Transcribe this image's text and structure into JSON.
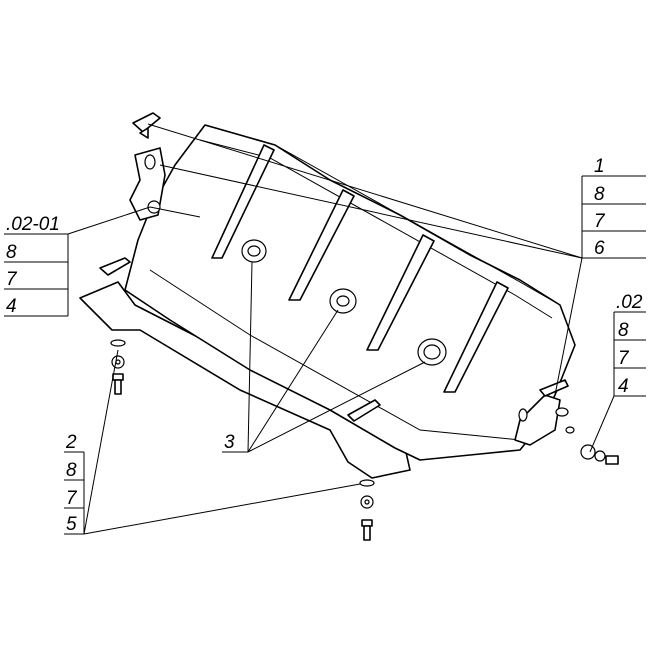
{
  "callouts": {
    "left_group": {
      "title": ".02-01",
      "items": [
        "8",
        "7",
        "4"
      ]
    },
    "right_top_group": {
      "title": "1",
      "items": [
        "8",
        "7",
        "6"
      ]
    },
    "right_mid_group": {
      "title": ".02",
      "items": [
        "8",
        "7",
        "4"
      ]
    },
    "left_bottom_group": {
      "title": "2",
      "items": [
        "8",
        "7",
        "5"
      ]
    },
    "center_label": "3"
  }
}
